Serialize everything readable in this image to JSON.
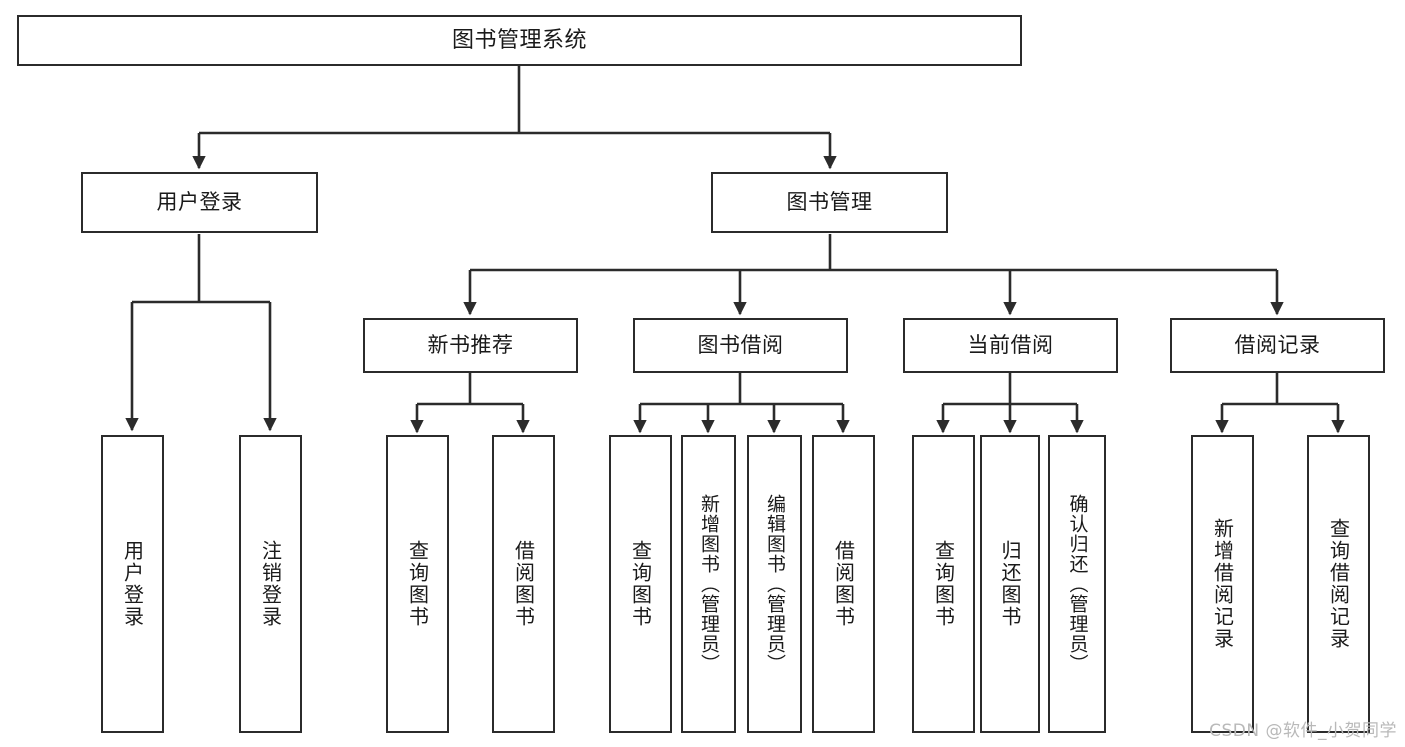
{
  "diagram": {
    "title": "图书管理系统",
    "type": "hierarchy-tree",
    "line_color": "#2b2b2b",
    "box_fill": "#ffffff",
    "text_color": "#1a1a1a",
    "background": "#ffffff",
    "levels": 4
  },
  "root": {
    "label": "图书管理系统"
  },
  "level2": [
    {
      "label": "用户登录"
    },
    {
      "label": "图书管理"
    }
  ],
  "level3": [
    {
      "label": "新书推荐"
    },
    {
      "label": "图书借阅"
    },
    {
      "label": "当前借阅"
    },
    {
      "label": "借阅记录"
    }
  ],
  "leaves": {
    "user_login": [
      {
        "label": "用户登录"
      },
      {
        "label": "注销登录"
      }
    ],
    "new_book_recommend": [
      {
        "label": "查询图书"
      },
      {
        "label": "借阅图书"
      }
    ],
    "book_borrow": [
      {
        "label": "查询图书"
      },
      {
        "label": "新增图书（管理员）"
      },
      {
        "label": "编辑图书（管理员）"
      },
      {
        "label": "借阅图书"
      }
    ],
    "current_borrow": [
      {
        "label": "查询图书"
      },
      {
        "label": "归还图书"
      },
      {
        "label": "确认归还（管理员）"
      }
    ],
    "borrow_record": [
      {
        "label": "新增借阅记录"
      },
      {
        "label": "查询借阅记录"
      }
    ]
  },
  "watermark": {
    "text": "CSDN @软件_小贺同学",
    "color": "#b9b9b9"
  }
}
